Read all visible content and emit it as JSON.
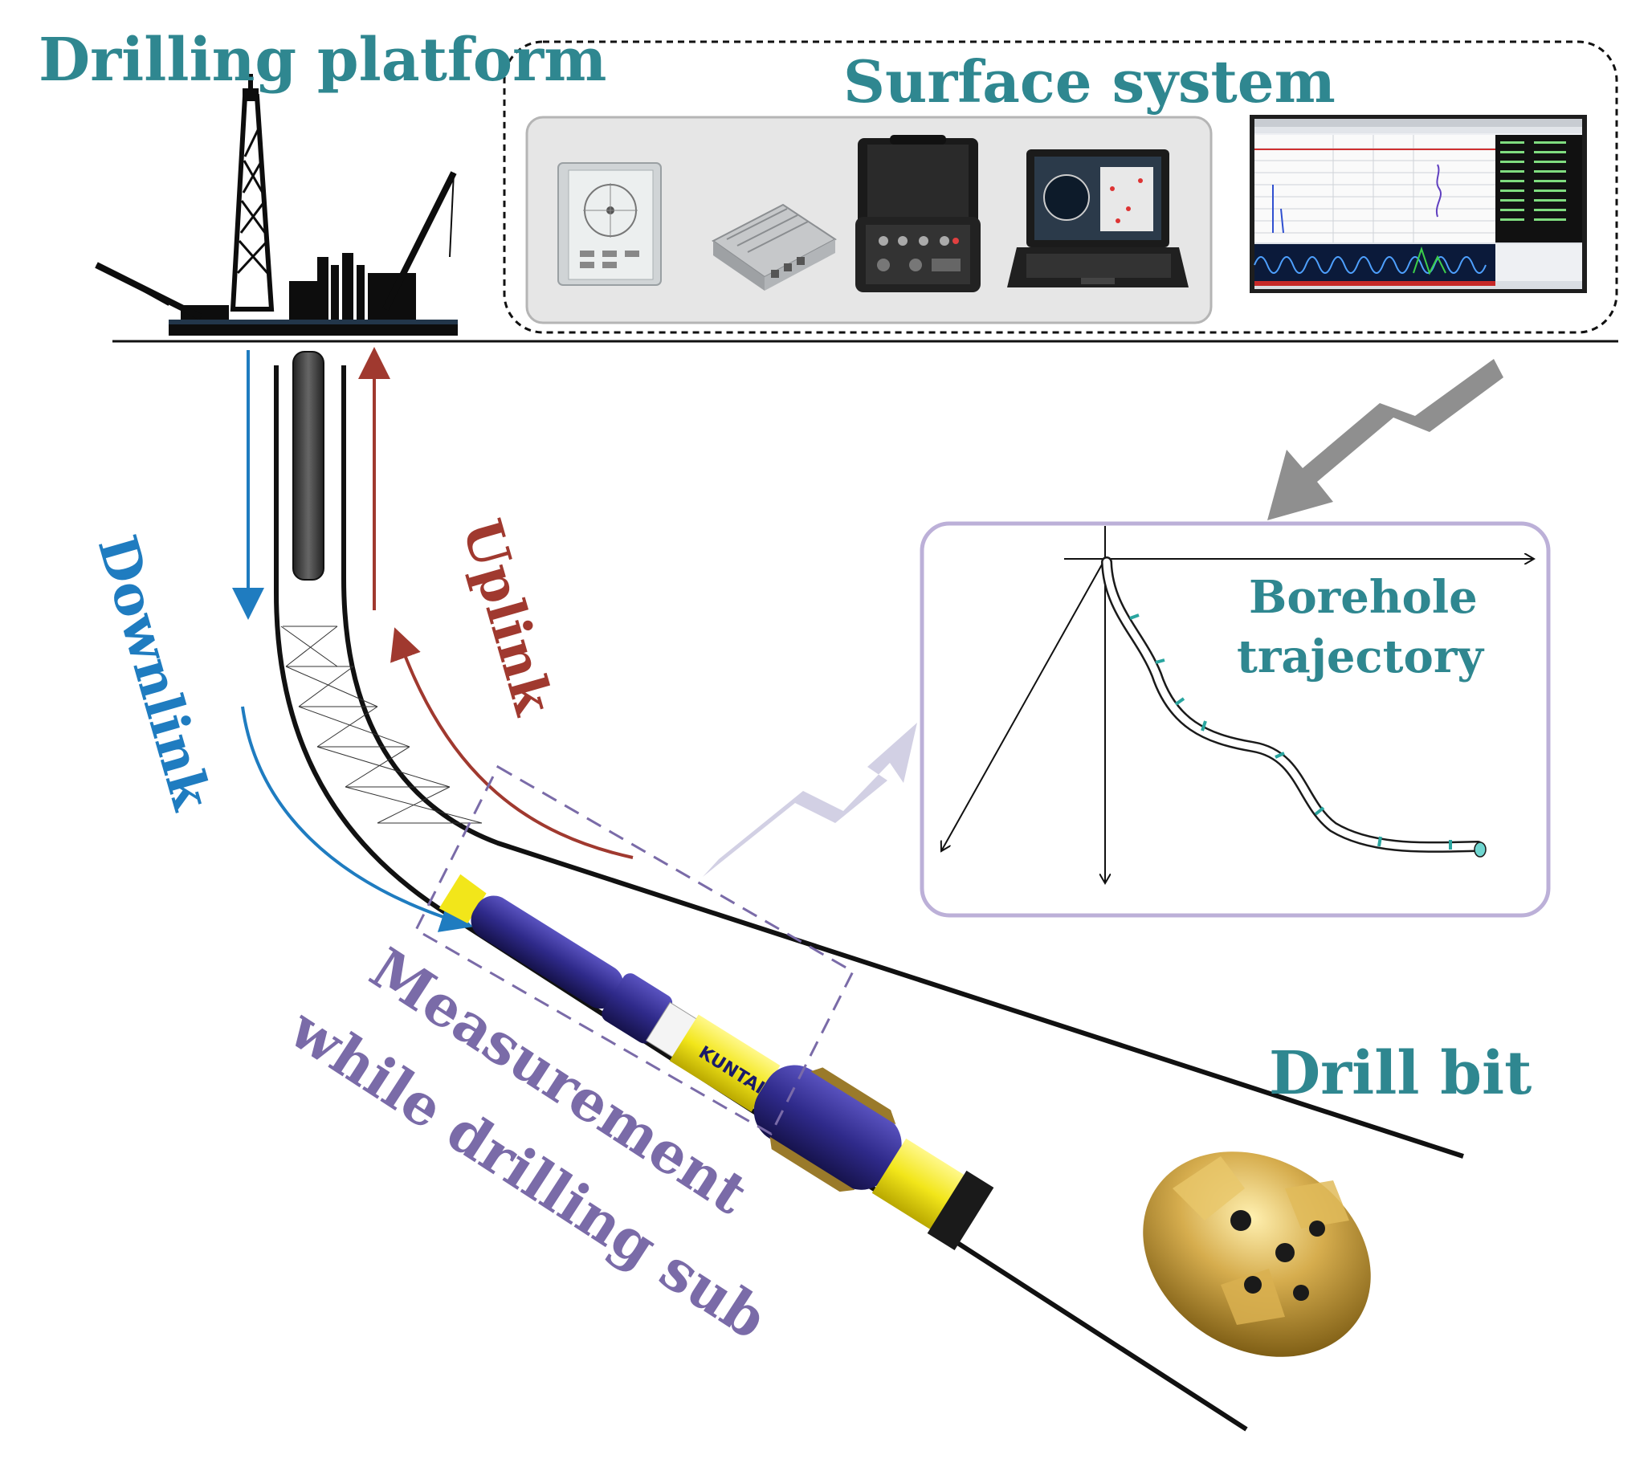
{
  "labels": {
    "drilling_platform": "Drilling platform",
    "surface_system": "Surface system",
    "downlink": "Downlink",
    "uplink": "Uplink",
    "borehole_line1": "Borehole",
    "borehole_line2": "trajectory",
    "mwd_line1": "Measurement",
    "mwd_line2": "while drilling sub",
    "drill_bit": "Drill bit"
  },
  "colors": {
    "label_teal": "#2f8790",
    "downlink_blue": "#1f7cc0",
    "uplink_red": "#a0392f",
    "mwd_purple": "#7a6ba8",
    "tool_navy": "#2f2a8a",
    "tool_yellow": "#f2e61a",
    "bit_gold": "#c9a244"
  },
  "icons": [
    "oil-rig-silhouette",
    "wall-sensor-box",
    "signal-module",
    "field-case-controller",
    "laptop",
    "monitor-software-window"
  ]
}
